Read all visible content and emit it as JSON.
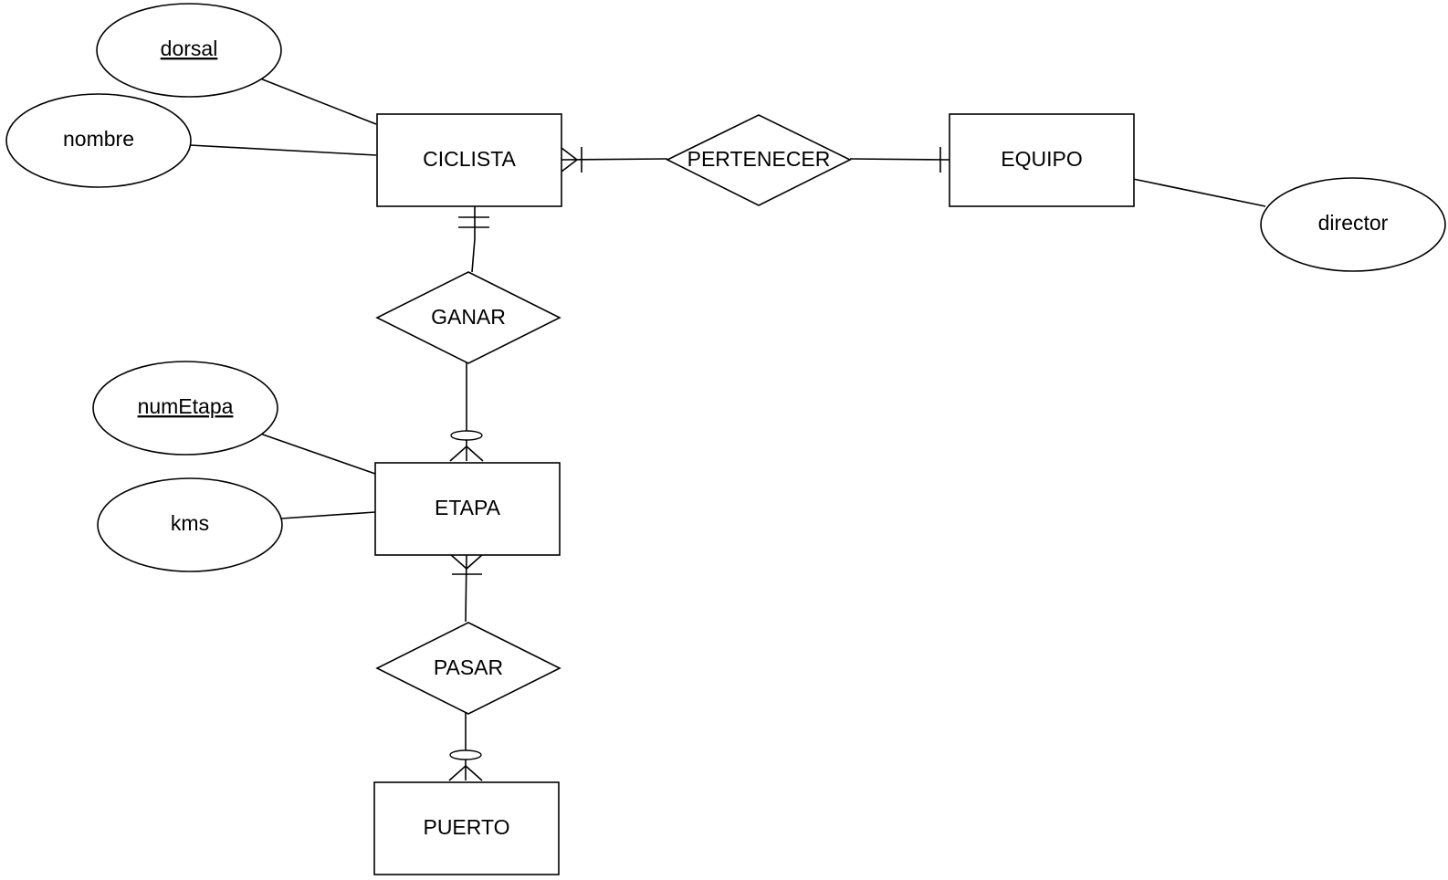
{
  "entities": [
    {
      "id": "ciclista",
      "label": "CICLISTA"
    },
    {
      "id": "equipo",
      "label": "EQUIPO"
    },
    {
      "id": "etapa",
      "label": "ETAPA"
    },
    {
      "id": "puerto",
      "label": "PUERTO"
    }
  ],
  "relationships": [
    {
      "id": "pertenecer",
      "label": "PERTENECER"
    },
    {
      "id": "ganar",
      "label": "GANAR"
    },
    {
      "id": "pasar",
      "label": "PASAR"
    }
  ],
  "attributes": [
    {
      "id": "dorsal",
      "label": "dorsal",
      "key": true,
      "entity": "CICLISTA"
    },
    {
      "id": "nombre",
      "label": "nombre",
      "key": false,
      "entity": "CICLISTA"
    },
    {
      "id": "director",
      "label": "director",
      "key": false,
      "entity": "EQUIPO"
    },
    {
      "id": "numetapa",
      "label": "numEtapa",
      "key": true,
      "entity": "ETAPA"
    },
    {
      "id": "kms",
      "label": "kms",
      "key": false,
      "entity": "ETAPA"
    }
  ],
  "connections": [
    {
      "from": "CICLISTA",
      "to": "PERTENECER",
      "cardinality": "one-or-many"
    },
    {
      "from": "PERTENECER",
      "to": "EQUIPO",
      "cardinality": "one"
    },
    {
      "from": "CICLISTA",
      "to": "GANAR",
      "cardinality": "exactly-one"
    },
    {
      "from": "GANAR",
      "to": "ETAPA",
      "cardinality": "zero-or-many"
    },
    {
      "from": "ETAPA",
      "to": "PASAR",
      "cardinality": "one-or-many"
    },
    {
      "from": "PASAR",
      "to": "PUERTO",
      "cardinality": "zero-or-many"
    }
  ]
}
